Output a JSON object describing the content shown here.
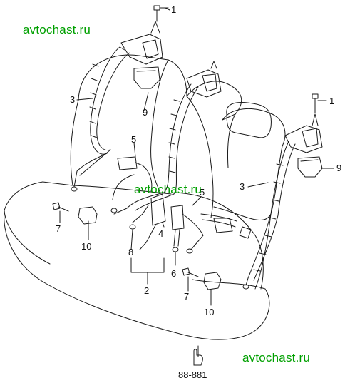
{
  "watermarks": [
    "avtochast.ru",
    "avtochast.ru",
    "avtochast.ru"
  ],
  "callouts": {
    "c1a": "1",
    "c1b": "1",
    "c2": "2",
    "c3a": "3",
    "c3b": "3",
    "c4": "4",
    "c5a": "5",
    "c5b": "5",
    "c6": "6",
    "c7a": "7",
    "c7b": "7",
    "c8": "8",
    "c9a": "9",
    "c9b": "9",
    "c10a": "10",
    "c10b": "10"
  },
  "reference_code": "88-881",
  "colors": {
    "line": "#1a1a1a",
    "watermark": "#00a000",
    "background": "#ffffff"
  }
}
